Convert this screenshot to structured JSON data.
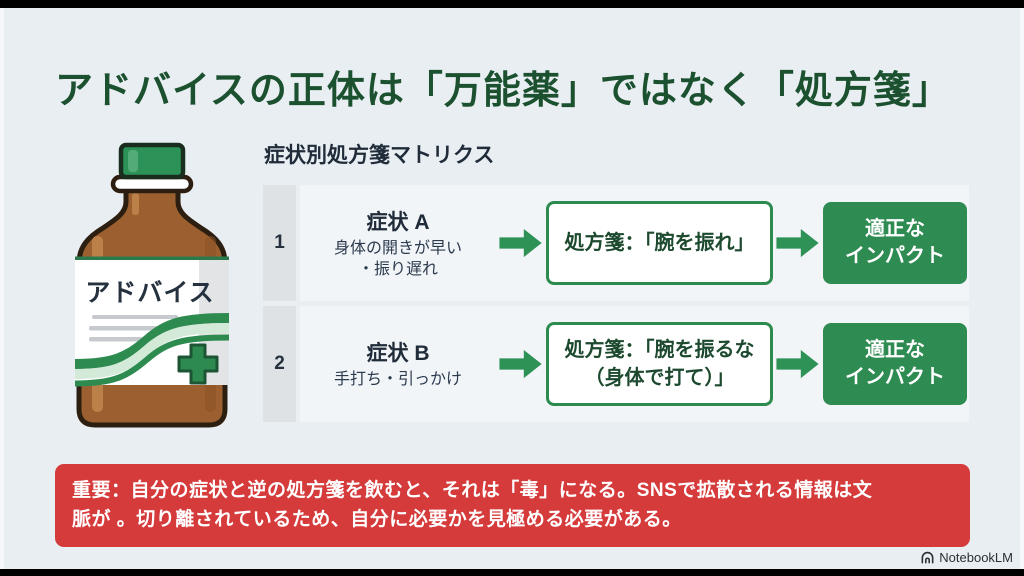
{
  "title": "アドバイスの正体は「万能薬」ではなく「処方箋」",
  "bottle": {
    "label": "アドバイス"
  },
  "matrix": {
    "heading": "症状別処方箋マトリクス",
    "rows": [
      {
        "num": "1",
        "symptom_title": "症状 A",
        "symptom_desc_line1": "身体の開きが早い",
        "symptom_desc_line2": "・振り遅れ",
        "prescription_line1": "処方箋：「腕を振れ」",
        "prescription_line2": "",
        "result_line1": "適正な",
        "result_line2": "インパクト"
      },
      {
        "num": "2",
        "symptom_title": "症状 B",
        "symptom_desc_line1": "手打ち・引っかけ",
        "symptom_desc_line2": "",
        "prescription_line1": "処方箋：「腕を振るな",
        "prescription_line2": "（身体で打て）」",
        "result_line1": "適正な",
        "result_line2": "インパクト"
      }
    ]
  },
  "warning": {
    "line1": "重要：自分の症状と逆の処方箋を飲むと、それは「毒」になる。SNSで拡散される情報は文",
    "line2": "脈が 。切り離されているため、自分に必要かを見極める必要がある。"
  },
  "watermark": {
    "label": "NotebookLM"
  },
  "colors": {
    "accent_green": "#2e8b51",
    "title_green": "#1c5130",
    "warning_red": "#d63b3c",
    "text_navy": "#202c3a",
    "bottle_brown": "#9c6030",
    "slide_bg": "#e9eef3"
  }
}
